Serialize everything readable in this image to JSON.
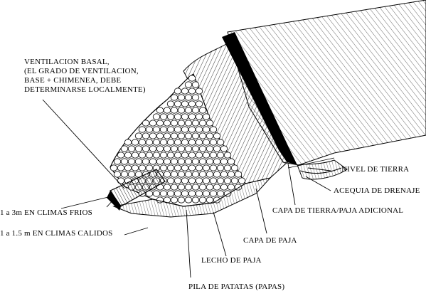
{
  "labels": {
    "ventilacion": "VENTILACION BASAL,\n(EL GRADO DE VENTILACION,\nBASE + CHIMENEA, DEBE\nDETERMINARSE LOCALMENTE)",
    "nivel_tierra": "NIVEL DE TIERRA",
    "acequia": "ACEQUIA DE DRENAJE",
    "capa_tierra_paja": "CAPA DE  TIERRA/PAJA ADICIONAL",
    "climas_frios": "1 a 3m EN CLIMAS FRIOS",
    "climas_calidos": "1 a 1.5 m EN CLIMAS CALIDOS",
    "capa_paja": "CAPA DE PAJA",
    "lecho_paja": "LECHO DE PAJA",
    "pila_patatas": "PILA DE PATATAS (PAPAS)"
  },
  "colors": {
    "ink": "#000000",
    "paper": "#ffffff",
    "hatch": "#555555"
  }
}
